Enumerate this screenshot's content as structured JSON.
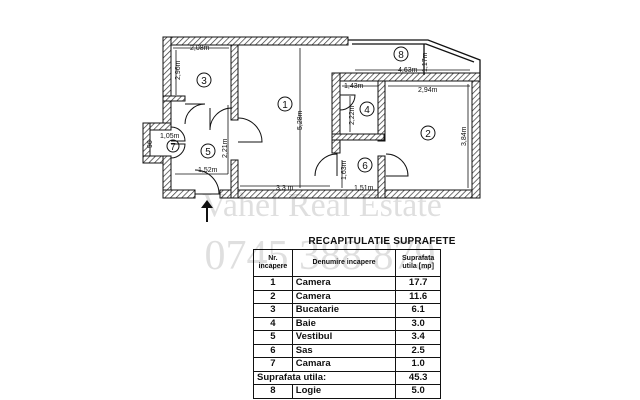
{
  "watermark": {
    "line1": "Vahel Real Estate",
    "line2": "0745 388 879"
  },
  "dimensions": {
    "d1": "2,08m",
    "d2": "2,96m",
    "d3": "1,05m",
    "d4": "96",
    "d5": "2,21m",
    "d6": "1,52m",
    "d7": "5,28m",
    "d8": "3,3 m",
    "d9": "4,63m",
    "d10": "1,17m",
    "d11": "2,94m",
    "d12": "1,43m",
    "d13": "2,22m",
    "d14": "3,84m",
    "d15": "1,63m",
    "d16": "1,51m"
  },
  "room_numbers": [
    "1",
    "2",
    "3",
    "4",
    "5",
    "6",
    "7",
    "8"
  ],
  "recap": {
    "title": "RECAPITULATIE SUPRAFETE",
    "headers": {
      "nr": "Nr. incapere",
      "name": "Denumire incapere",
      "area": "Suprafata utila [mp]"
    },
    "rows": [
      {
        "nr": "1",
        "name": "Camera",
        "area": "17.7"
      },
      {
        "nr": "2",
        "name": "Camera",
        "area": "11.6"
      },
      {
        "nr": "3",
        "name": "Bucatarie",
        "area": "6.1"
      },
      {
        "nr": "4",
        "name": "Baie",
        "area": "3.0"
      },
      {
        "nr": "5",
        "name": "Vestibul",
        "area": "3.4"
      },
      {
        "nr": "6",
        "name": "Sas",
        "area": "2.5"
      },
      {
        "nr": "7",
        "name": "Camara",
        "area": "1.0"
      }
    ],
    "total_label": "Suprafata utila:",
    "total_value": "45.3",
    "extra_row": {
      "nr": "8",
      "name": "Logie",
      "area": "5.0"
    }
  }
}
